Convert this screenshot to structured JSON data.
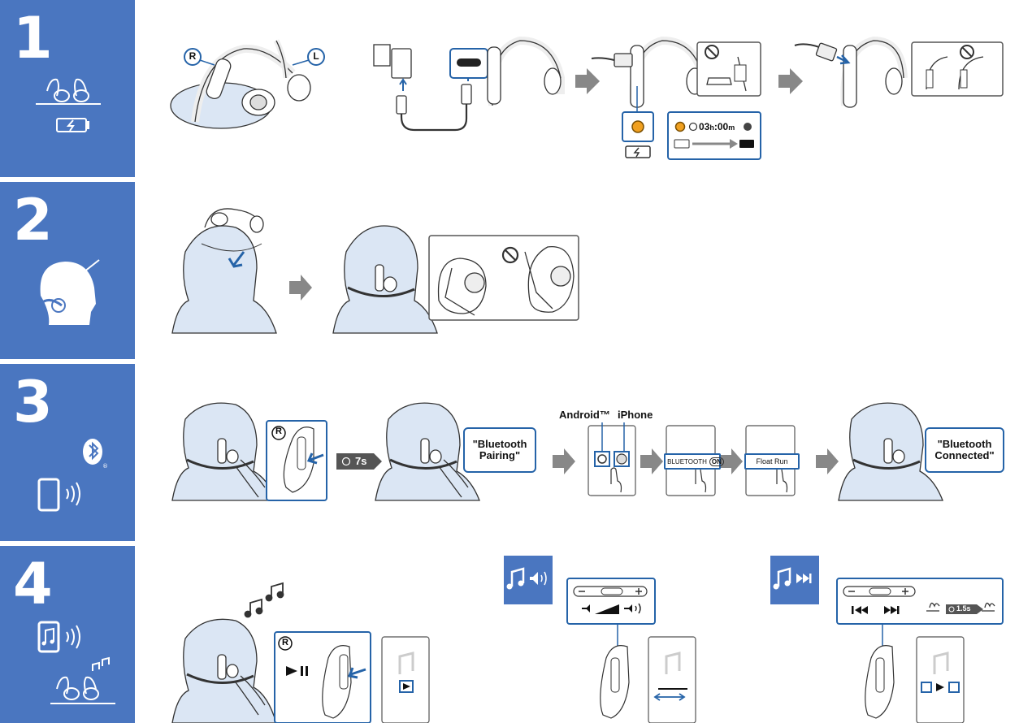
{
  "steps": [
    {
      "number": "1"
    },
    {
      "number": "2"
    },
    {
      "number": "3"
    },
    {
      "number": "4"
    }
  ],
  "step1": {
    "right_label": "R",
    "left_label": "L",
    "timer_hours": "03",
    "timer_h_unit": "h",
    "timer_minutes": "00",
    "timer_m_unit": "m"
  },
  "step3": {
    "right_label": "R",
    "hold_time": "7s",
    "bubble_pairing": "\"Bluetooth Pairing\"",
    "android_label": "Android™",
    "iphone_label": "iPhone",
    "bluetooth_toggle_label": "BLUETOOTH",
    "bluetooth_toggle_state": "ON",
    "device_name": "Float Run",
    "bubble_connected": "\"Bluetooth Connected\""
  },
  "step4": {
    "right_label": "R",
    "hold_time": "1.5s"
  },
  "colors": {
    "panel_blue": "#4a76c0",
    "accent_blue": "#2563a8",
    "arrow_gray": "#888888",
    "led_orange": "#f0a020"
  }
}
